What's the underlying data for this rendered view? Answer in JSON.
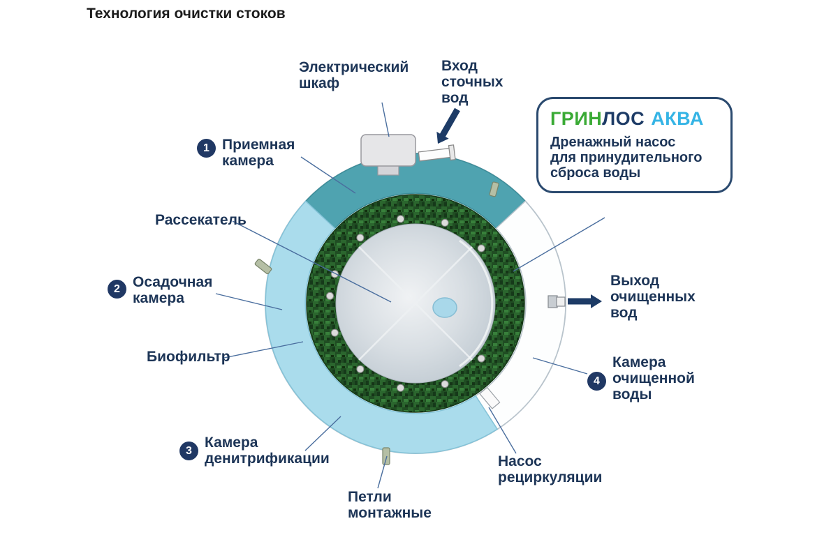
{
  "title": "Технология очистки стоков",
  "brand_box": {
    "brand_green": "ГРИН",
    "brand_navy": "ЛОС",
    "brand_aqua": "АКВА",
    "description": "Дренажный насос\nдля принудительного\nсброса воды"
  },
  "callouts": {
    "electrical_cabinet": "Электрический\nшкаф",
    "inlet": "Вход\nсточных\nвод",
    "receiving_chamber": {
      "num": "1",
      "label": "Приемная\nкамера"
    },
    "diffuser": "Рассекатель",
    "sediment_chamber": {
      "num": "2",
      "label": "Осадочная\nкамера"
    },
    "biofilter": "Биофильтр",
    "denitrification_chamber": {
      "num": "3",
      "label": "Камера\nденитрификации"
    },
    "mounting_loops": "Петли\nмонтажные",
    "recirculation_pump": "Насос\nрециркуляции",
    "clean_water_chamber": {
      "num": "4",
      "label": "Камера\nочищенной\nводы"
    },
    "outlet": "Выход\nочищенных\nвод"
  },
  "colors": {
    "navy_text": "#1d3557",
    "badge_navy": "#203864",
    "teal_segment": "#4fa3b0",
    "lightblue_segment": "#aadcec",
    "green_ring": "#204d23",
    "leader_line": "#4a6e9e",
    "brand_green": "#3aaa35",
    "brand_navy": "#1d3b66",
    "brand_aqua": "#35b4e5"
  }
}
